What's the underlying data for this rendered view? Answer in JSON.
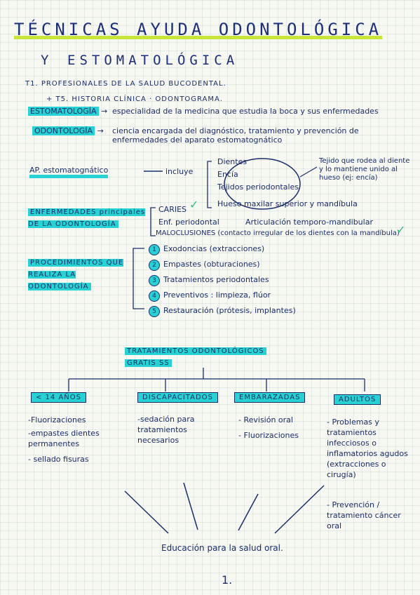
{
  "title": {
    "line1": "TÉCNICAS AYUDA ODONTOLÓGICA",
    "line2_y": "Y",
    "line2_rest": "ESTOMATOLÓGICA"
  },
  "topics": {
    "t1": "T1. PROFESIONALES DE LA SALUD BUCODENTAL.",
    "t5": "+ T5. HISTORIA CLÍNICA · ODONTOGRAMA."
  },
  "definitions": [
    {
      "term": "ESTOMATOLOGÍA",
      "arrow": "→",
      "text": "especialidad de la medicina que estudia la boca y sus enfermedades"
    },
    {
      "term": "ODONTOLOGÍA",
      "arrow": "→",
      "text": "ciencia encargada del diagnóstico, tratamiento y prevención de enfermedades del aparato estomatognático"
    }
  ],
  "aparato": {
    "label": "AP. estomatognático",
    "connector": "incluye",
    "items": [
      "Dientes",
      "Encía",
      "Tejidos periodontales",
      "Hueso maxilar superior y mandíbula"
    ],
    "note": "Tejido que rodea al diente y lo mantiene unido al hueso (ej: encía)"
  },
  "enfermedades": {
    "label": "ENFERMEDADES principales DE LA ODONTOLOGÍA",
    "items": [
      "CARIES",
      "Enf. periodontal",
      "Articulación temporo-mandibular",
      "MALOCLUSIONES (contacto irregular de los dientes con la mandíbula)"
    ]
  },
  "procedimientos": {
    "label": "PROCEDIMIENTOS QUE REALIZA LA ODONTOLOGÍA",
    "items": [
      {
        "n": "1",
        "text": "Exodoncias (extracciones)"
      },
      {
        "n": "2",
        "text": "Empastes (obturaciones)"
      },
      {
        "n": "3",
        "text": "Tratamientos periodontales"
      },
      {
        "n": "4",
        "text": "Preventivos : limpieza, flúor"
      },
      {
        "n": "5",
        "text": "Restauración (prótesis, implantes)"
      }
    ]
  },
  "tratamientos": {
    "title_line1": "TRATAMIENTOS ODONTOLÓGICOS",
    "title_line2": "GRATIS SS",
    "groups": [
      {
        "label": "< 14 AÑOS",
        "items": [
          "-Fluorizaciones",
          "-empastes dientes permanentes",
          "- sellado fisuras"
        ]
      },
      {
        "label": "DISCAPACITADOS",
        "items": [
          "-sedación para tratamientos necesarios"
        ]
      },
      {
        "label": "EMBARAZADAS",
        "items": [
          "- Revisión oral",
          "- Fluorizaciones"
        ]
      },
      {
        "label": "ADULTOS",
        "items": [
          "- Problemas y tratamientos infecciosos o inflamatorios agudos (extracciones o cirugía)",
          "- Prevención / tratamiento cáncer oral"
        ]
      }
    ]
  },
  "footer": {
    "education": "Educación para la salud oral.",
    "page": "1."
  }
}
